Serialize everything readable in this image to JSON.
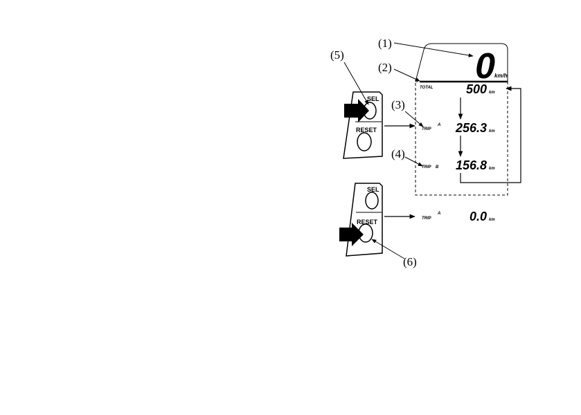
{
  "callouts": {
    "c1": "(1)",
    "c2": "(2)",
    "c3": "(3)",
    "c4": "(4)",
    "c5": "(5)",
    "c6": "(6)"
  },
  "display": {
    "speed_value": "0",
    "speed_unit": "km/h",
    "total_label": "TOTAL",
    "total_value": "500",
    "trip_a_label": "TRIP",
    "trip_a_marker": "A",
    "trip_a_value": "256.3",
    "trip_b_label": "TRIP",
    "trip_b_marker": "B",
    "trip_b_value": "156.8",
    "distance_unit": "km"
  },
  "buttons": {
    "select_label": "SEL",
    "reset_label": "RESET"
  },
  "reset_result": {
    "trip_label": "TRIP",
    "trip_marker": "A",
    "value": "0.0",
    "unit": "km"
  }
}
